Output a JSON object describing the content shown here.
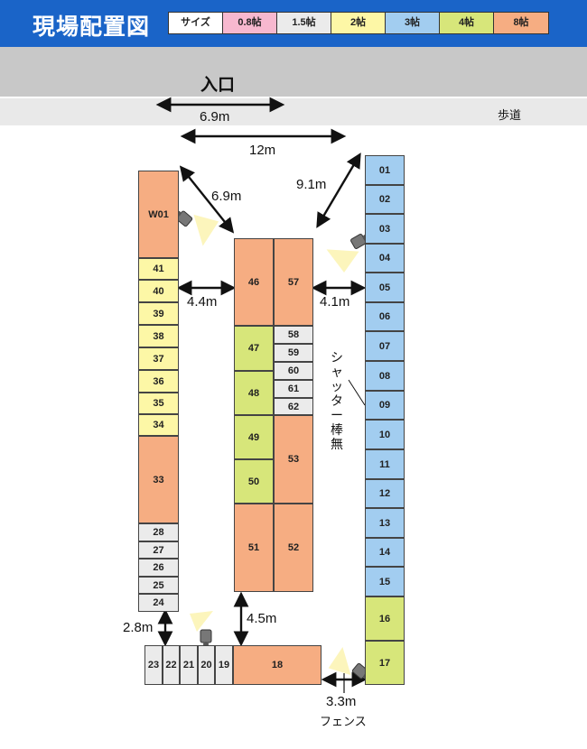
{
  "header": {
    "title": "現場配置図",
    "legend": [
      {
        "label": "サイズ",
        "color": "#ffffff"
      },
      {
        "label": "0.8帖",
        "color": "#f7b8cf"
      },
      {
        "label": "1.5帖",
        "color": "#ebebeb"
      },
      {
        "label": "2帖",
        "color": "#fdf7a6"
      },
      {
        "label": "3帖",
        "color": "#a2cdf0"
      },
      {
        "label": "4帖",
        "color": "#d7e67a"
      },
      {
        "label": "8帖",
        "color": "#f6ad82"
      }
    ]
  },
  "labels": {
    "entrance": "入口",
    "sidewalk": "歩道",
    "shutter_note": "シャッター棒無",
    "fence": "フェンス"
  },
  "measurements": {
    "entrance_width": "6.9m",
    "road_width": "12m",
    "diag_left": "6.9m",
    "diag_right": "9.1m",
    "gap_left": "4.4m",
    "gap_right": "4.1m",
    "gap_bottom_center": "4.5m",
    "gap_bottom_left": "2.8m",
    "gap_fence": "3.3m"
  },
  "units": {
    "left_column": [
      {
        "id": "W01",
        "size": "8"
      },
      {
        "id": "41",
        "size": "2"
      },
      {
        "id": "40",
        "size": "2"
      },
      {
        "id": "39",
        "size": "2"
      },
      {
        "id": "38",
        "size": "2"
      },
      {
        "id": "37",
        "size": "2"
      },
      {
        "id": "36",
        "size": "2"
      },
      {
        "id": "35",
        "size": "2"
      },
      {
        "id": "34",
        "size": "2"
      },
      {
        "id": "33",
        "size": "8"
      },
      {
        "id": "28",
        "size": "1.5"
      },
      {
        "id": "27",
        "size": "1.5"
      },
      {
        "id": "26",
        "size": "1.5"
      },
      {
        "id": "25",
        "size": "1.5"
      },
      {
        "id": "24",
        "size": "1.5"
      }
    ],
    "center_left": [
      {
        "id": "46",
        "size": "8"
      },
      {
        "id": "47",
        "size": "4"
      },
      {
        "id": "48",
        "size": "4"
      },
      {
        "id": "49",
        "size": "4"
      },
      {
        "id": "50",
        "size": "4"
      },
      {
        "id": "51",
        "size": "8"
      }
    ],
    "center_right": [
      {
        "id": "57",
        "size": "8"
      },
      {
        "id": "58",
        "size": "1.5"
      },
      {
        "id": "59",
        "size": "1.5"
      },
      {
        "id": "60",
        "size": "1.5"
      },
      {
        "id": "61",
        "size": "1.5"
      },
      {
        "id": "62",
        "size": "1.5"
      },
      {
        "id": "53",
        "size": "8"
      },
      {
        "id": "52",
        "size": "8"
      }
    ],
    "right_column": [
      {
        "id": "01",
        "size": "3"
      },
      {
        "id": "02",
        "size": "3"
      },
      {
        "id": "03",
        "size": "3"
      },
      {
        "id": "04",
        "size": "3"
      },
      {
        "id": "05",
        "size": "3"
      },
      {
        "id": "06",
        "size": "3"
      },
      {
        "id": "07",
        "size": "3"
      },
      {
        "id": "08",
        "size": "3"
      },
      {
        "id": "09",
        "size": "3"
      },
      {
        "id": "10",
        "size": "3"
      },
      {
        "id": "11",
        "size": "3"
      },
      {
        "id": "12",
        "size": "3"
      },
      {
        "id": "13",
        "size": "3"
      },
      {
        "id": "14",
        "size": "3"
      },
      {
        "id": "15",
        "size": "3"
      },
      {
        "id": "16",
        "size": "4"
      },
      {
        "id": "17",
        "size": "4"
      }
    ],
    "bottom_row": [
      {
        "id": "23",
        "size": "1.5"
      },
      {
        "id": "22",
        "size": "1.5"
      },
      {
        "id": "21",
        "size": "1.5"
      },
      {
        "id": "20",
        "size": "1.5"
      },
      {
        "id": "19",
        "size": "1.5"
      },
      {
        "id": "18",
        "size": "8"
      }
    ]
  }
}
